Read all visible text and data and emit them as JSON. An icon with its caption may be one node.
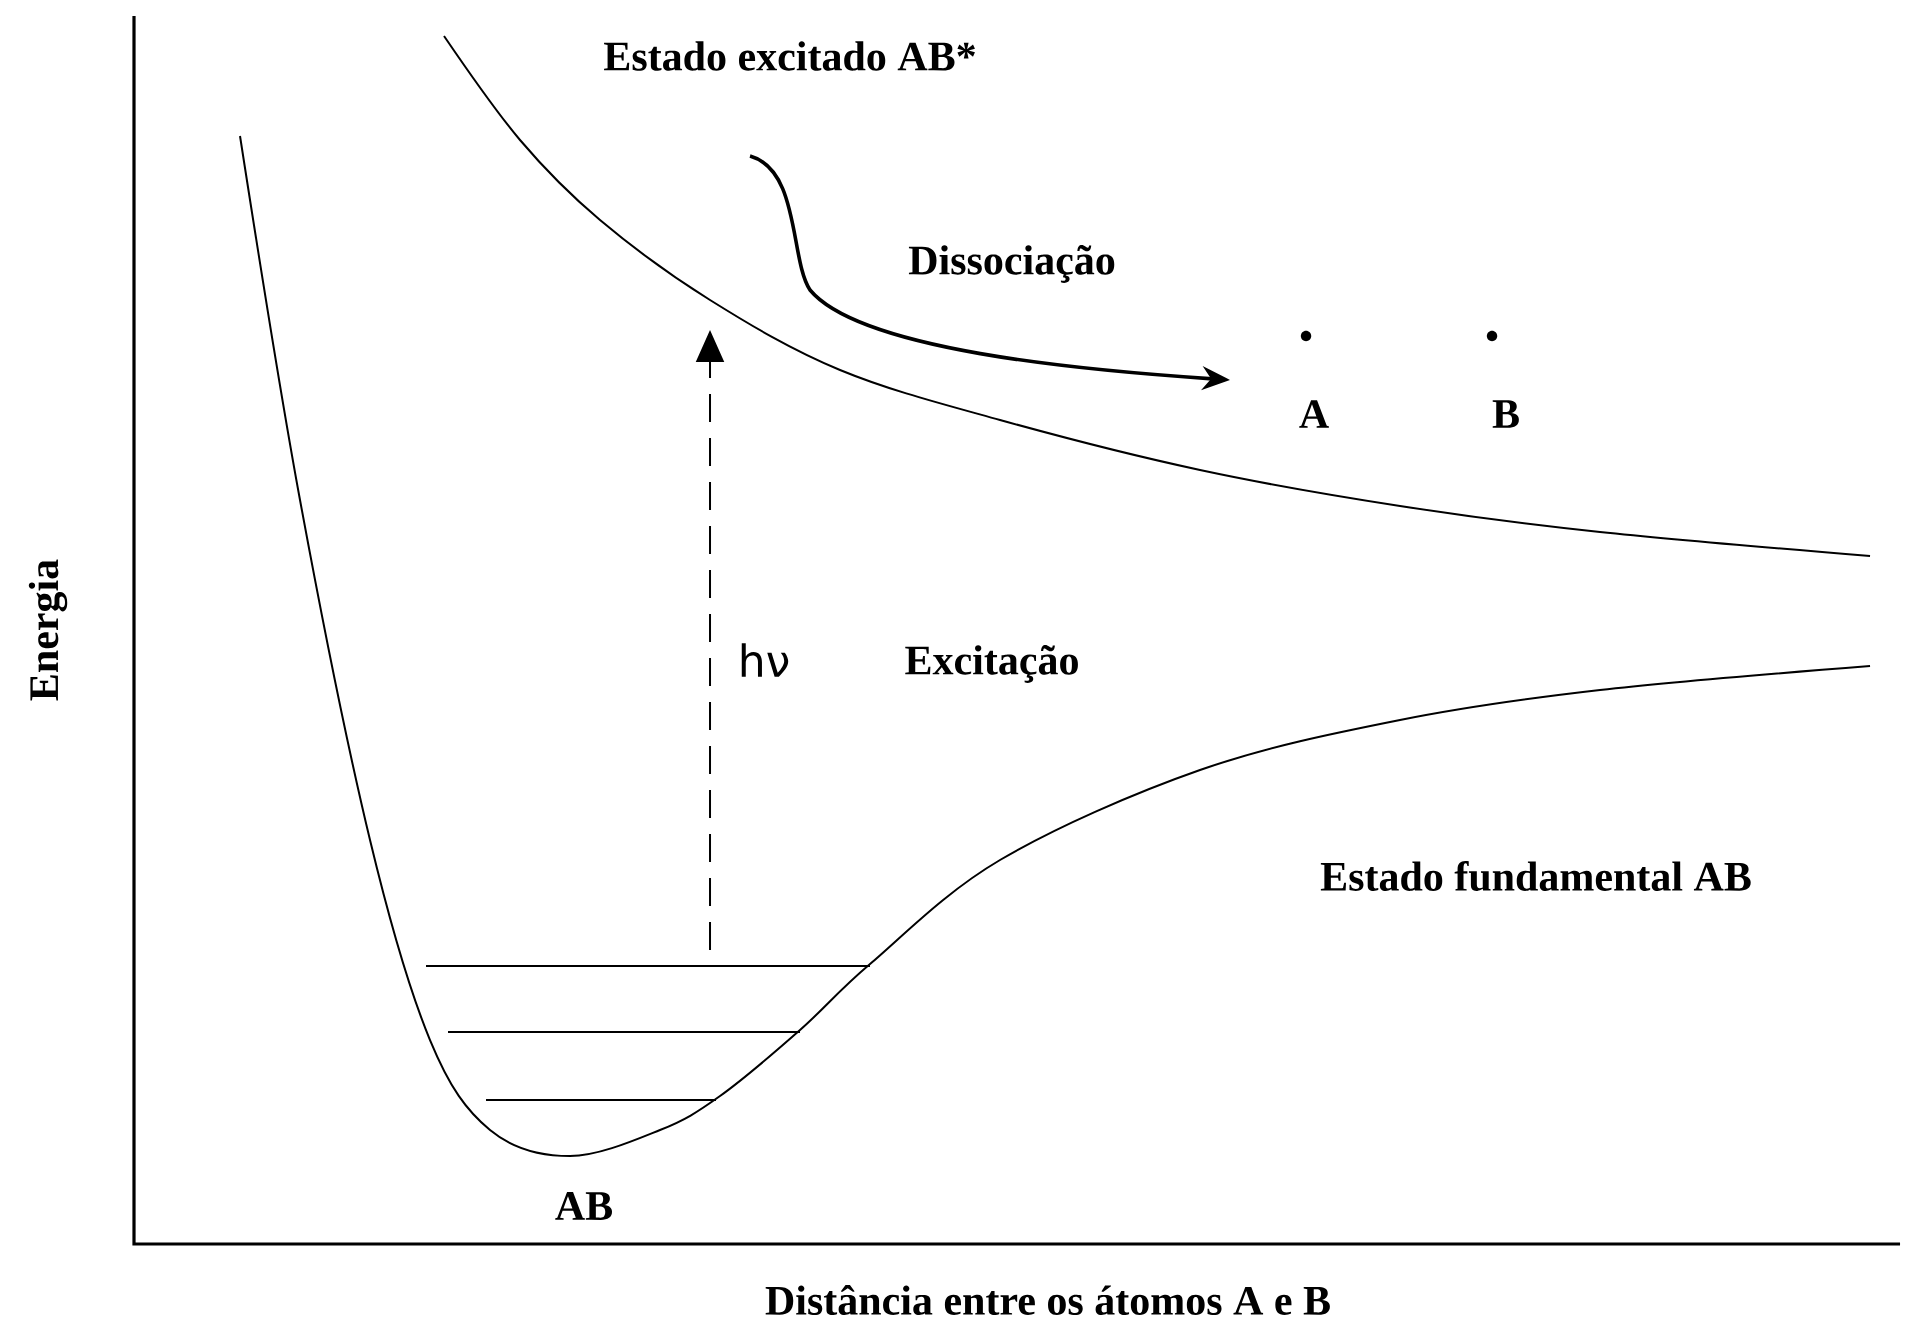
{
  "diagram": {
    "labels": [
      "Estado excitado AB*",
      "Dissociação",
      "A",
      "B",
      "Energia",
      "hν",
      "Excitação",
      "Estado fundamental AB",
      "AB",
      "Distância entre os átomos A e B"
    ]
  }
}
